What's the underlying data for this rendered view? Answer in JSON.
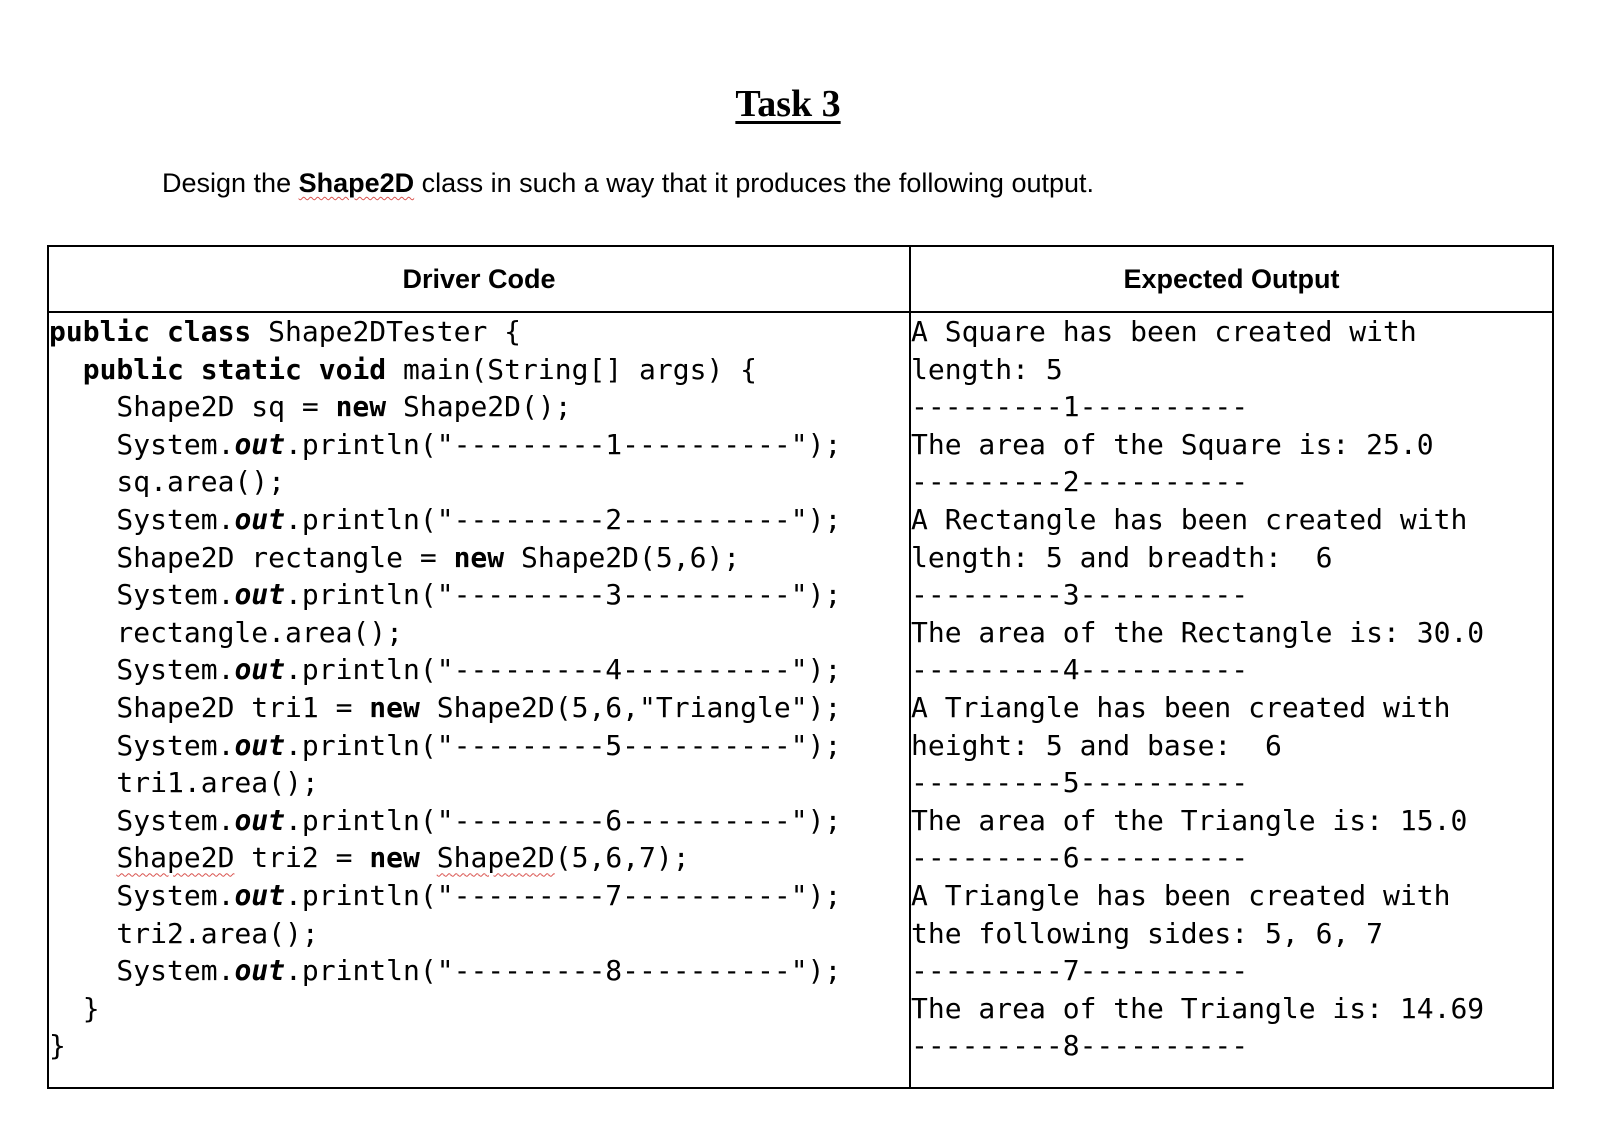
{
  "title": "Task 3",
  "intro": {
    "before": "Design the ",
    "class_name": "Shape2D",
    "after": " class in such a way that it produces the following output."
  },
  "table": {
    "header_driver": "Driver Code",
    "header_output": "Expected Output"
  },
  "driver_code": [
    [
      {
        "t": "public class",
        "s": "kw"
      },
      {
        "t": " Shape2DTester {"
      }
    ],
    [
      {
        "t": "  "
      },
      {
        "t": "public static void",
        "s": "kw"
      },
      {
        "t": " main(String[] args) {"
      }
    ],
    [
      {
        "t": "    Shape2D sq = "
      },
      {
        "t": "new",
        "s": "kw"
      },
      {
        "t": " Shape2D();"
      }
    ],
    [
      {
        "t": "    System."
      },
      {
        "t": "out",
        "s": "fld"
      },
      {
        "t": ".println(\"---------1----------\");"
      }
    ],
    [
      {
        "t": "    sq.area();"
      }
    ],
    [
      {
        "t": "    System."
      },
      {
        "t": "out",
        "s": "fld"
      },
      {
        "t": ".println(\"---------2----------\");"
      }
    ],
    [
      {
        "t": "    Shape2D rectangle = "
      },
      {
        "t": "new",
        "s": "kw"
      },
      {
        "t": " Shape2D(5,6);"
      }
    ],
    [
      {
        "t": "    System."
      },
      {
        "t": "out",
        "s": "fld"
      },
      {
        "t": ".println(\"---------3----------\");"
      }
    ],
    [
      {
        "t": "    rectangle.area();"
      }
    ],
    [
      {
        "t": "    System."
      },
      {
        "t": "out",
        "s": "fld"
      },
      {
        "t": ".println(\"---------4----------\");"
      }
    ],
    [
      {
        "t": "    Shape2D tri1 = "
      },
      {
        "t": "new",
        "s": "kw"
      },
      {
        "t": " Shape2D(5,6,\"Triangle\");"
      }
    ],
    [
      {
        "t": "    System."
      },
      {
        "t": "out",
        "s": "fld"
      },
      {
        "t": ".println(\"---------5----------\");"
      }
    ],
    [
      {
        "t": "    tri1.area();"
      }
    ],
    [
      {
        "t": "    System."
      },
      {
        "t": "out",
        "s": "fld"
      },
      {
        "t": ".println(\"---------6----------\");"
      }
    ],
    [
      {
        "t": "    "
      },
      {
        "t": "Shape2D",
        "s": "wavy"
      },
      {
        "t": " tri2 = "
      },
      {
        "t": "new",
        "s": "kw"
      },
      {
        "t": " "
      },
      {
        "t": "Shape2D",
        "s": "wavy"
      },
      {
        "t": "(5,6,7);"
      }
    ],
    [
      {
        "t": "    System."
      },
      {
        "t": "out",
        "s": "fld"
      },
      {
        "t": ".println(\"---------7----------\");"
      }
    ],
    [
      {
        "t": "    tri2.area();"
      }
    ],
    [
      {
        "t": "    System."
      },
      {
        "t": "out",
        "s": "fld"
      },
      {
        "t": ".println(\"---------8----------\");"
      }
    ],
    [
      {
        "t": "  }"
      }
    ],
    [
      {
        "t": "}"
      }
    ]
  ],
  "expected_output": [
    "A Square has been created with",
    "length: 5",
    "---------1----------",
    "The area of the Square is: 25.0",
    "---------2----------",
    "A Rectangle has been created with",
    "length: 5 and breadth:  6",
    "---------3----------",
    "The area of the Rectangle is: 30.0",
    "---------4----------",
    "A Triangle has been created with",
    "height: 5 and base:  6",
    "---------5----------",
    "The area of the Triangle is: 15.0",
    "---------6----------",
    "A Triangle has been created with",
    "the following sides: 5, 6, 7",
    "---------7----------",
    "The area of the Triangle is: 14.69",
    "---------8----------"
  ]
}
